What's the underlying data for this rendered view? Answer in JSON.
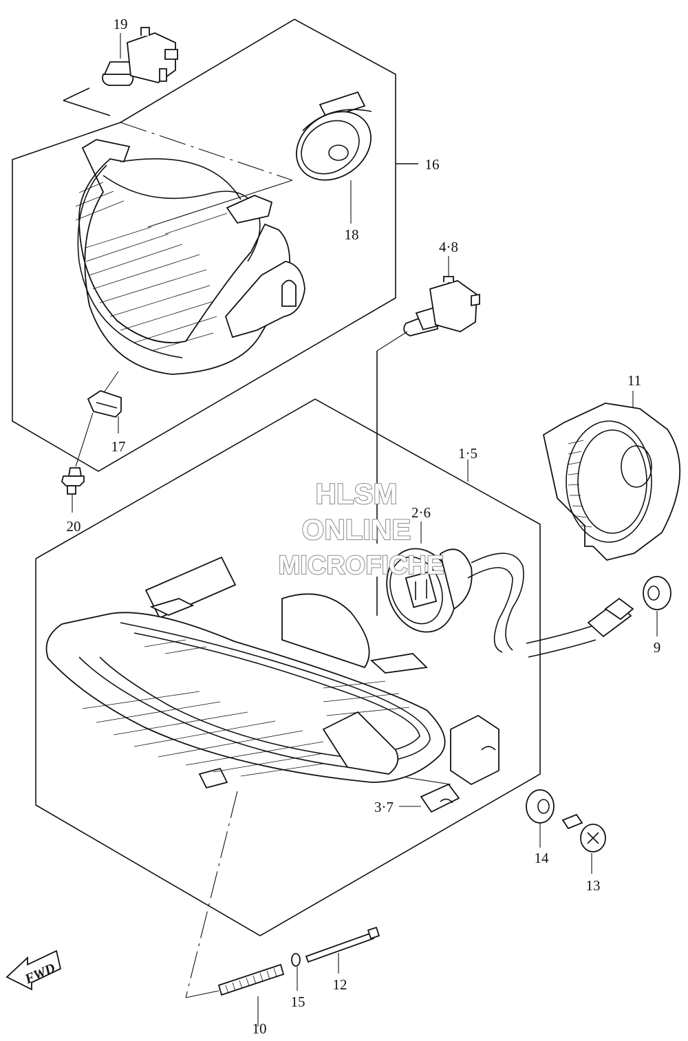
{
  "labels": {
    "p19": "19",
    "p16": "16",
    "p18": "18",
    "p48": "4·8",
    "p11": "11",
    "p17": "17",
    "p20": "20",
    "p15a": "1·5",
    "p26": "2·6",
    "p9": "9",
    "p37": "3·7",
    "p14": "14",
    "p13": "13",
    "p12": "12",
    "p10": "10",
    "p15": "15"
  },
  "watermark": {
    "line1": "HLSM",
    "line2": "ONLINE",
    "line3": "MICROFICHE"
  },
  "fwd_label": "FWD"
}
